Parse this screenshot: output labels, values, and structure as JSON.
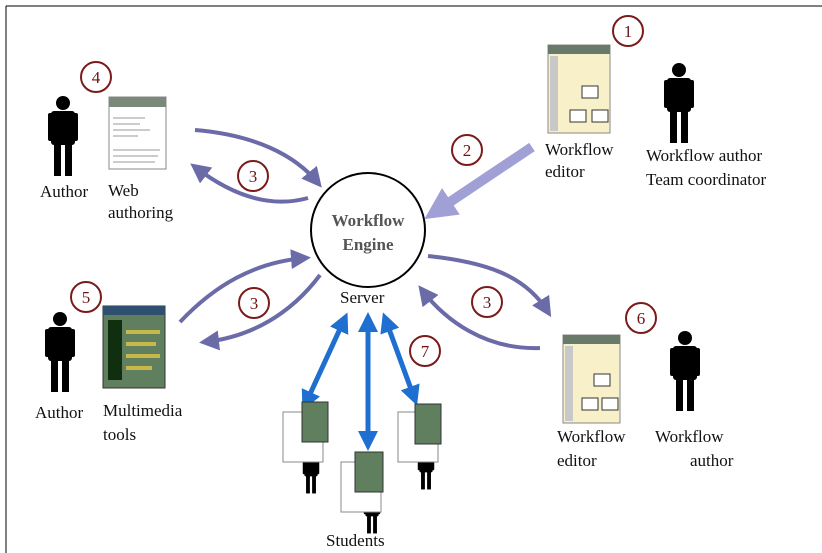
{
  "engine": {
    "line1": "Workflow",
    "line2": "Engine",
    "server": "Server"
  },
  "labels": {
    "author_top": "Author",
    "web_authoring_1": "Web",
    "web_authoring_2": "authoring",
    "author_mid": "Author",
    "multimedia_1": "Multimedia",
    "multimedia_2": "tools",
    "wf_editor_top_1": "Workflow",
    "wf_editor_top_2": "editor",
    "wf_author_top_1": "Workflow author",
    "wf_author_top_2": "Team coordinator",
    "wf_editor_bot_1": "Workflow",
    "wf_editor_bot_2": "editor",
    "wf_author_bot_1": "Workflow",
    "wf_author_bot_2": "author",
    "students": "Students"
  },
  "badges": {
    "b1": "1",
    "b2": "2",
    "b3a": "3",
    "b3b": "3",
    "b3c": "3",
    "b4": "4",
    "b5": "5",
    "b6": "6",
    "b7": "7"
  },
  "colors": {
    "arrow_purple": "#6b6ba8",
    "arrow_light": "#a0a0d6",
    "arrow_blue": "#1e6fd0",
    "badge_stroke": "#7a1a1a",
    "figure": "#000000"
  }
}
